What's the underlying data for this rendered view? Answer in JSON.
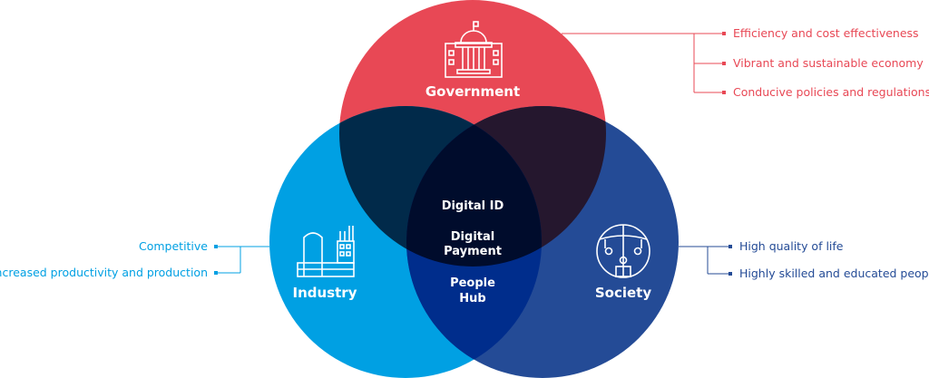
{
  "colors": {
    "government": "#e84855",
    "industry": "#00a0e3",
    "society": "#244b96",
    "gov_ind": "#012a4a",
    "gov_soc": "#25172e",
    "ind_soc": "#002d8c",
    "center": "#000c2c"
  },
  "government": {
    "title": "Government",
    "icon": "capitol-building-icon",
    "points": [
      "Efficiency and cost effectiveness",
      "Vibrant and sustainable economy",
      "Conducive policies and regulations"
    ]
  },
  "industry": {
    "title": "Industry",
    "icon": "factory-icon",
    "points": [
      "Competitive",
      "Increased productivity and production"
    ]
  },
  "society": {
    "title": "Society",
    "icon": "globe-people-icon",
    "points": [
      "High quality of life",
      "Highly skilled and educated people"
    ]
  },
  "center": {
    "line1": "Digital ID",
    "line2a": "Digital",
    "line2b": "Payment"
  },
  "ind_soc": {
    "line1": "People",
    "line2": "Hub"
  }
}
